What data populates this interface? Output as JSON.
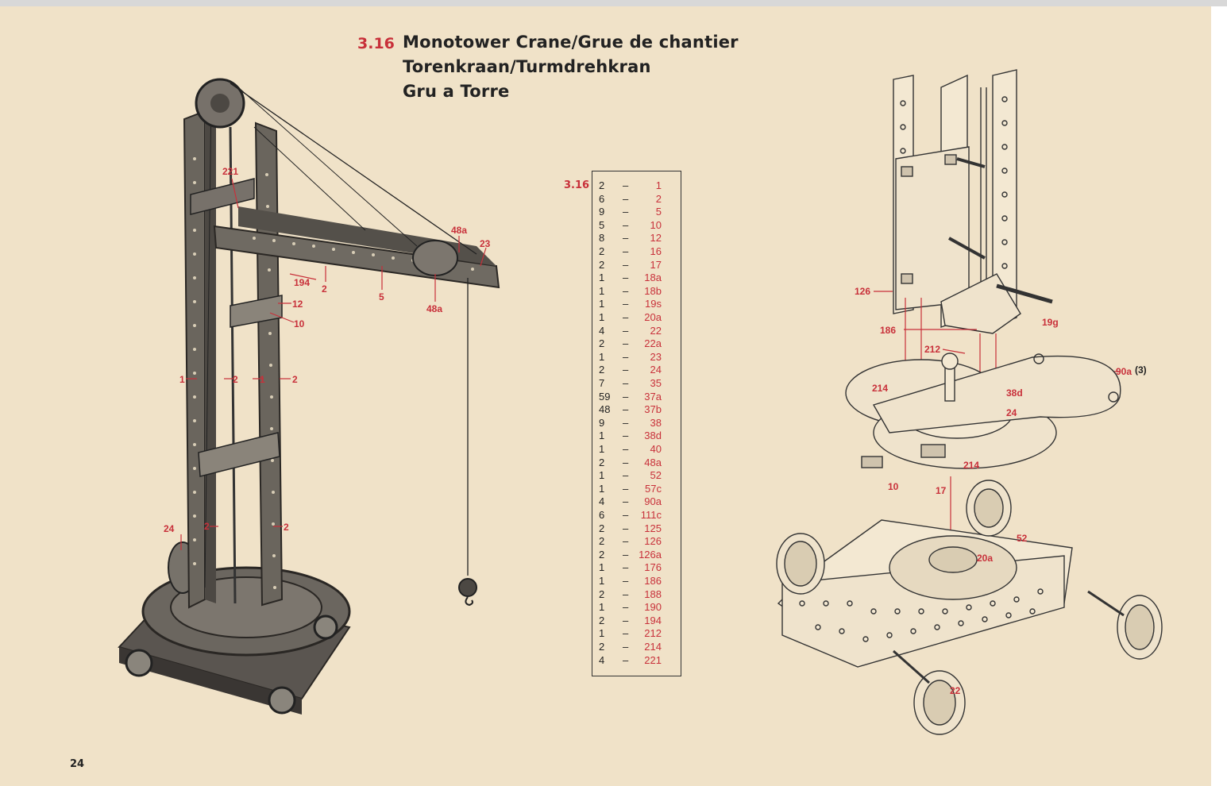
{
  "title": {
    "number": "3.16",
    "lines": [
      "Monotower Crane/Grue de chantier",
      "Torenkraan/Turmdrehkran",
      "Gru a Torre"
    ]
  },
  "parts_list": {
    "model": "3.16",
    "rows": [
      {
        "qty": "2",
        "part": "1"
      },
      {
        "qty": "6",
        "part": "2"
      },
      {
        "qty": "9",
        "part": "5"
      },
      {
        "qty": "5",
        "part": "10"
      },
      {
        "qty": "8",
        "part": "12"
      },
      {
        "qty": "2",
        "part": "16"
      },
      {
        "qty": "2",
        "part": "17"
      },
      {
        "qty": "1",
        "part": "18a"
      },
      {
        "qty": "1",
        "part": "18b"
      },
      {
        "qty": "1",
        "part": "19s"
      },
      {
        "qty": "1",
        "part": "20a"
      },
      {
        "qty": "4",
        "part": "22"
      },
      {
        "qty": "2",
        "part": "22a"
      },
      {
        "qty": "1",
        "part": "23"
      },
      {
        "qty": "2",
        "part": "24"
      },
      {
        "qty": "7",
        "part": "35"
      },
      {
        "qty": "59",
        "part": "37a"
      },
      {
        "qty": "48",
        "part": "37b"
      },
      {
        "qty": "9",
        "part": "38"
      },
      {
        "qty": "1",
        "part": "38d"
      },
      {
        "qty": "1",
        "part": "40"
      },
      {
        "qty": "2",
        "part": "48a"
      },
      {
        "qty": "1",
        "part": "52"
      },
      {
        "qty": "1",
        "part": "57c"
      },
      {
        "qty": "4",
        "part": "90a"
      },
      {
        "qty": "6",
        "part": "111c"
      },
      {
        "qty": "2",
        "part": "125"
      },
      {
        "qty": "2",
        "part": "126"
      },
      {
        "qty": "2",
        "part": "126a"
      },
      {
        "qty": "1",
        "part": "176"
      },
      {
        "qty": "1",
        "part": "186"
      },
      {
        "qty": "2",
        "part": "188"
      },
      {
        "qty": "1",
        "part": "190"
      },
      {
        "qty": "2",
        "part": "194"
      },
      {
        "qty": "1",
        "part": "212"
      },
      {
        "qty": "2",
        "part": "214"
      },
      {
        "qty": "4",
        "part": "221"
      }
    ]
  },
  "crane_labels": [
    "221",
    "48a",
    "23",
    "194",
    "2",
    "5",
    "48a",
    "12",
    "10",
    "1",
    "2",
    "1",
    "2",
    "24",
    "2",
    "2"
  ],
  "detail_labels": [
    "126",
    "186",
    "212",
    "19g",
    "214",
    "38d",
    "24",
    "90a",
    "(3)",
    "214",
    "10",
    "17",
    "52",
    "20a",
    "22"
  ],
  "page_number": "24",
  "colors": {
    "paper": "#f0e2c8",
    "accent": "#c8303a",
    "ink": "#222222"
  }
}
